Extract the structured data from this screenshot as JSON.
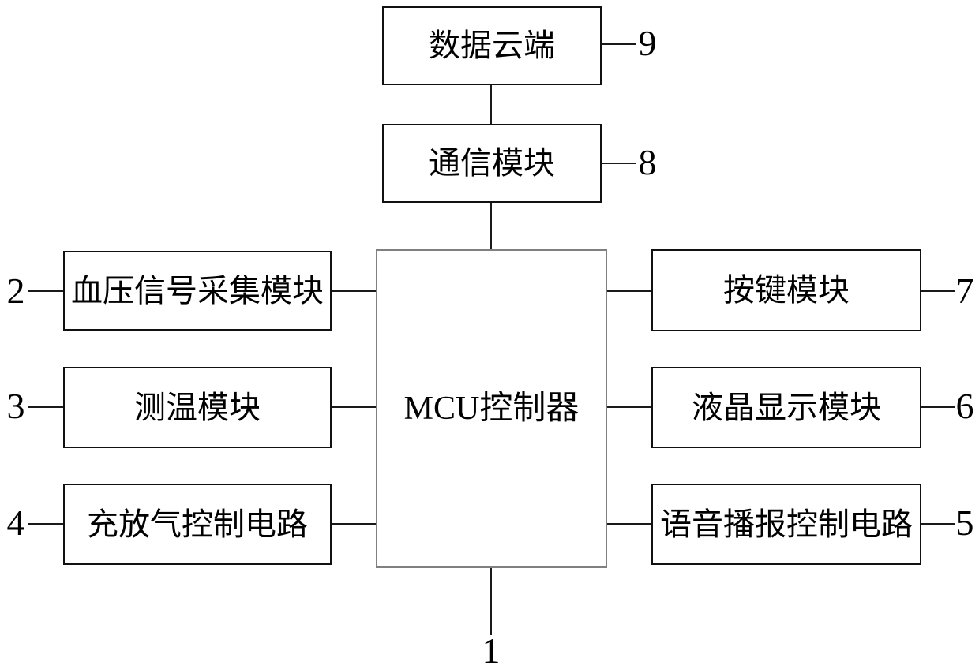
{
  "diagram": {
    "title_implicit": "",
    "colors": {
      "background": "#ffffff",
      "line": "#1a1a1a",
      "mcu_border": "#808080",
      "text": "#000000"
    },
    "nodes": {
      "cloud": {
        "label": "数据云端",
        "ref": "9"
      },
      "comm": {
        "label": "通信模块",
        "ref": "8"
      },
      "mcu": {
        "label": "MCU控制器",
        "ref": "1"
      },
      "bp": {
        "label": "血压信号采集模块",
        "ref": "2"
      },
      "temp": {
        "label": "测温模块",
        "ref": "3"
      },
      "inflate": {
        "label": "充放气控制电路",
        "ref": "4"
      },
      "keys": {
        "label": "按键模块",
        "ref": "7"
      },
      "lcd": {
        "label": "液晶显示模块",
        "ref": "6"
      },
      "voice": {
        "label": "语音播报控制电路",
        "ref": "5"
      }
    },
    "edges": [
      {
        "from": "cloud",
        "to": "comm"
      },
      {
        "from": "comm",
        "to": "mcu"
      },
      {
        "from": "bp",
        "to": "mcu"
      },
      {
        "from": "temp",
        "to": "mcu"
      },
      {
        "from": "inflate",
        "to": "mcu"
      },
      {
        "from": "mcu",
        "to": "keys"
      },
      {
        "from": "mcu",
        "to": "lcd"
      },
      {
        "from": "mcu",
        "to": "voice"
      }
    ]
  }
}
